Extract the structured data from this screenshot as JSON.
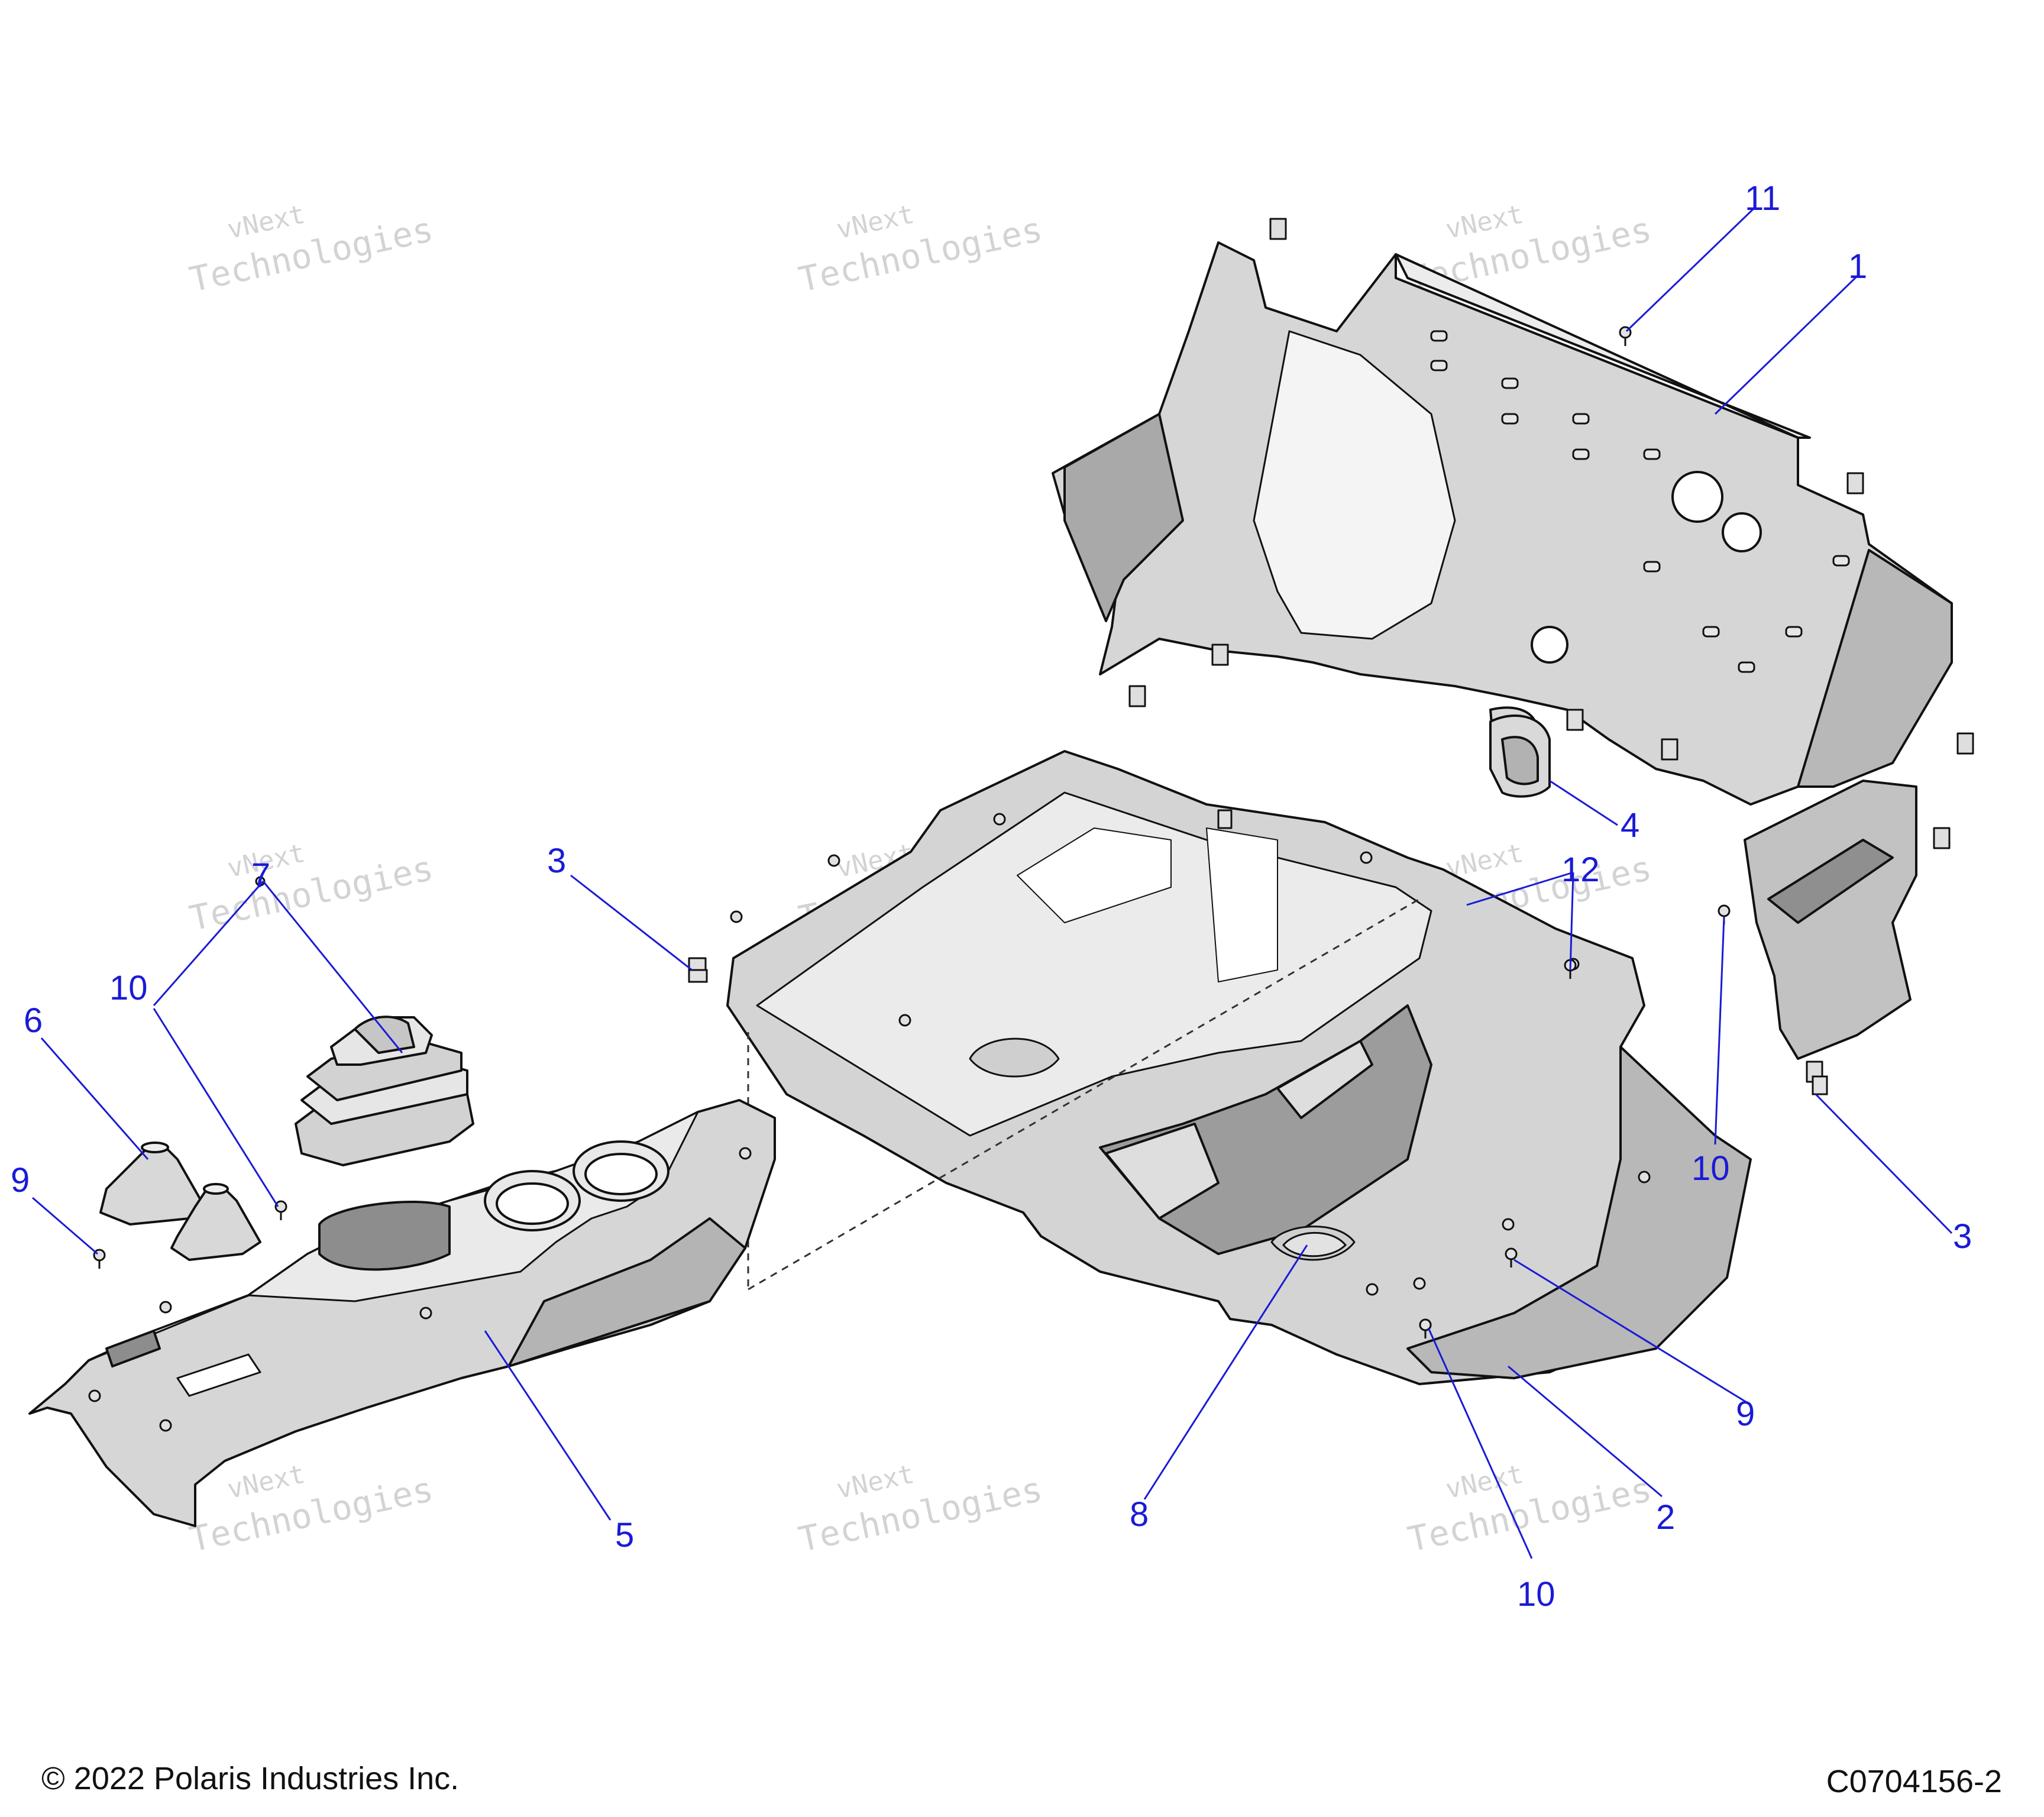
{
  "diagram": {
    "callouts": [
      {
        "id": "c11",
        "label": "11"
      },
      {
        "id": "c1",
        "label": "1"
      },
      {
        "id": "c4",
        "label": "4"
      },
      {
        "id": "c12",
        "label": "12"
      },
      {
        "id": "c3a",
        "label": "3"
      },
      {
        "id": "c3b",
        "label": "3"
      },
      {
        "id": "c10a",
        "label": "10"
      },
      {
        "id": "c10b",
        "label": "10"
      },
      {
        "id": "c10c",
        "label": "10"
      },
      {
        "id": "c7",
        "label": "7"
      },
      {
        "id": "c6",
        "label": "6"
      },
      {
        "id": "c9a",
        "label": "9"
      },
      {
        "id": "c9b",
        "label": "9"
      },
      {
        "id": "c5",
        "label": "5"
      },
      {
        "id": "c8",
        "label": "8"
      },
      {
        "id": "c2",
        "label": "2"
      }
    ],
    "watermark": {
      "line1": "vNext",
      "line2": "Technologies"
    },
    "colors": {
      "callout": "#1a1ad6",
      "part_fill": "#d4d4d4",
      "part_light": "#e6e6e6",
      "part_dark": "#a8a8a8",
      "outline": "#111111"
    }
  },
  "footer": {
    "copyright": "© 2022 Polaris Industries Inc.",
    "drawing_number": "C0704156-2"
  }
}
